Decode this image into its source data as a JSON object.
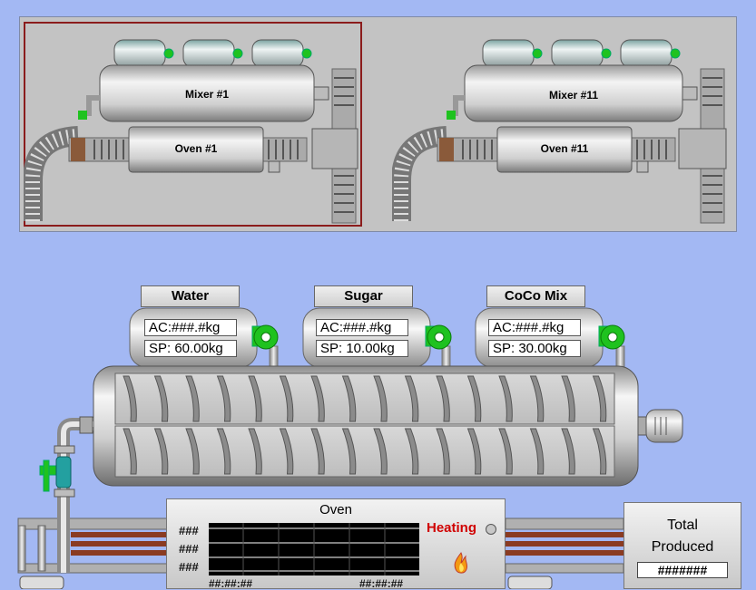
{
  "overview": {
    "units": [
      {
        "mixer_label": "Mixer #1",
        "oven_label": "Oven #1",
        "selected": true
      },
      {
        "mixer_label": "Mixer #11",
        "oven_label": "Oven #11",
        "selected": false
      }
    ]
  },
  "tanks": [
    {
      "name": "Water",
      "actual": "AC:###.#kg",
      "setpoint": "SP: 60.00kg"
    },
    {
      "name": "Sugar",
      "actual": "AC:###.#kg",
      "setpoint": "SP: 10.00kg"
    },
    {
      "name": "CoCo Mix",
      "actual": "AC:###.#kg",
      "setpoint": "SP: 30.00kg"
    }
  ],
  "oven": {
    "title": "Oven",
    "y_labels": [
      "###",
      "###",
      "###"
    ],
    "x_start": "##:##:##",
    "x_end": "##:##:##",
    "status": "Heating"
  },
  "total": {
    "line1": "Total",
    "line2": "Produced",
    "value": "#######"
  },
  "colors": {
    "background": "#a3b8f3",
    "selected_frame": "#8b1c1c",
    "heating_text": "#d00000",
    "valve_green": "#1fc21f"
  }
}
